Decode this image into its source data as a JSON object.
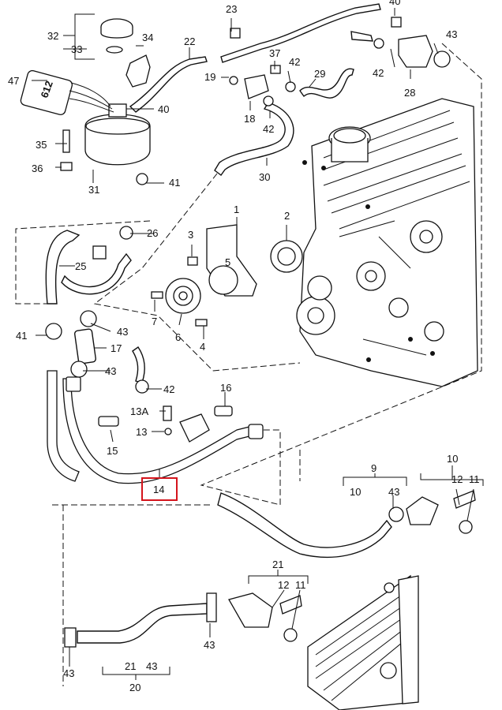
{
  "diagram": {
    "highlight_colour": "#d4141c",
    "reservoir_badge": "612",
    "labels": {
      "l32": "32",
      "l33": "33",
      "l34": "34",
      "l47": "47",
      "l40": "40",
      "l35": "35",
      "l36": "36",
      "l31": "31",
      "l41a": "41",
      "l22": "22",
      "l23": "23",
      "l37": "37",
      "l42a": "42",
      "l19": "19",
      "l18": "18",
      "l42b": "42",
      "l30": "30",
      "l29": "29",
      "l40b": "40",
      "l43a": "43",
      "l42c": "42",
      "l28": "28",
      "l26": "26",
      "l25": "25",
      "l1": "1",
      "l2": "2",
      "l3": "3",
      "l5": "5",
      "l7": "7",
      "l6": "6",
      "l4": "4",
      "l41b": "41",
      "l43b": "43",
      "l17": "17",
      "l43c": "43",
      "l42d": "42",
      "l16": "16",
      "l13a": "13A",
      "l13": "13",
      "l15": "15",
      "l14": "14",
      "l9": "9",
      "l10a": "10",
      "l43d": "43",
      "l10b": "10",
      "l12a": "12",
      "l11a": "11",
      "l21a": "21",
      "l12b": "12",
      "l11b": "11",
      "l43e": "43",
      "l43f": "43",
      "l21b": "21",
      "l43g": "43",
      "l20": "20"
    }
  }
}
